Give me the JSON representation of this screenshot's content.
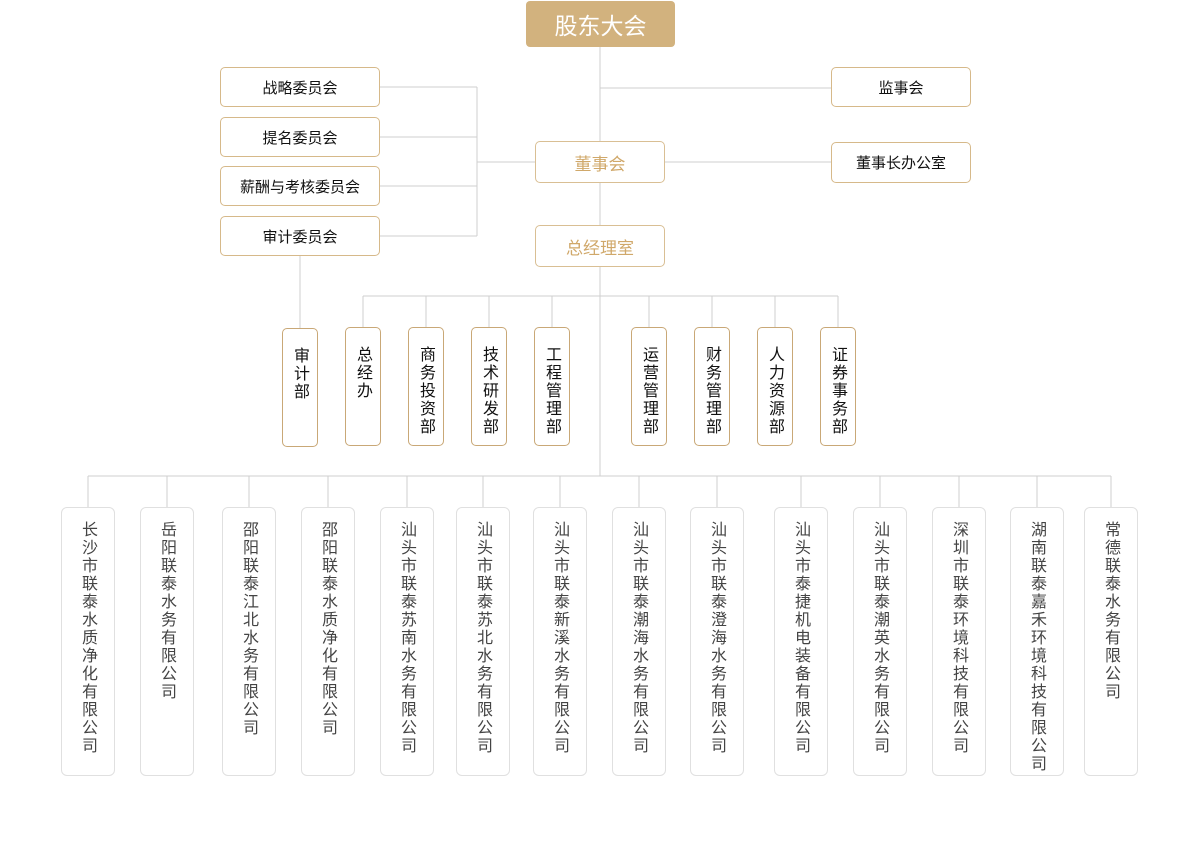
{
  "shareholders": "股东大会",
  "committees": [
    "战略委员会",
    "提名委员会",
    "薪酬与考核委员会",
    "审计委员会"
  ],
  "supervisory_board": "监事会",
  "board": "董事会",
  "chairman_office": "董事长办公室",
  "gm_office": "总经理室",
  "departments": [
    "审计部",
    "总经办",
    "商务投资部",
    "技术研发部",
    "工程管理部",
    "运营管理部",
    "财务管理部",
    "人力资源部",
    "证券事务部"
  ],
  "subsidiaries": [
    "长沙市联泰水质净化有限公司",
    "岳阳联泰水务有限公司",
    "邵阳联泰江北水务有限公司",
    "邵阳联泰水质净化有限公司",
    "汕头市联泰苏南水务有限公司",
    "汕头市联泰苏北水务有限公司",
    "汕头市联泰新溪水务有限公司",
    "汕头市联泰潮海水务有限公司",
    "汕头市联泰澄海水务有限公司",
    "汕头市泰捷机电装备有限公司",
    "汕头市联泰潮英水务有限公司",
    "深圳市联泰环境科技有限公司",
    "湖南联泰嘉禾环境科技有限公司",
    "常德联泰水务有限公司"
  ]
}
